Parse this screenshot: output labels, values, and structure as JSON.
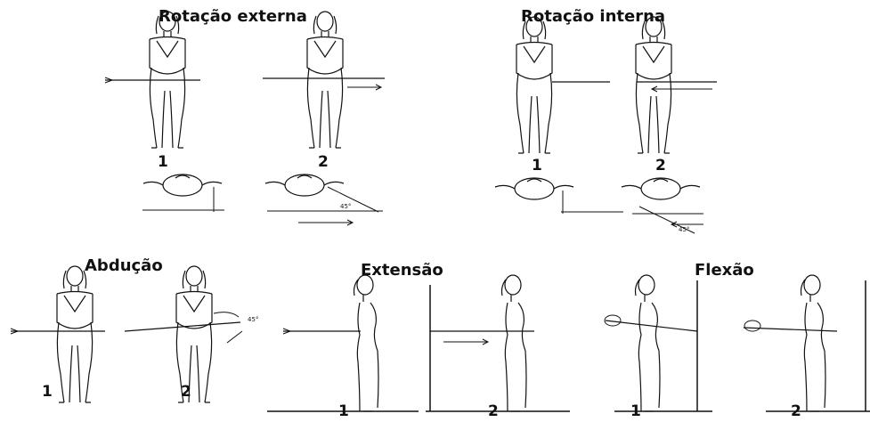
{
  "sections": {
    "external_rotation": {
      "title": "Rotação externa",
      "step1": "1",
      "step2": "2",
      "angle": "45°"
    },
    "internal_rotation": {
      "title": "Rotação interna",
      "step1": "1",
      "step2": "2",
      "angle": "45°"
    },
    "abduction": {
      "title": "Abdução",
      "step1": "1",
      "step2": "2",
      "angle": "45°"
    },
    "extension": {
      "title": "Extensão",
      "step1": "1",
      "step2": "2"
    },
    "flexion": {
      "title": "Flexão",
      "step1": "1",
      "step2": "2"
    }
  }
}
